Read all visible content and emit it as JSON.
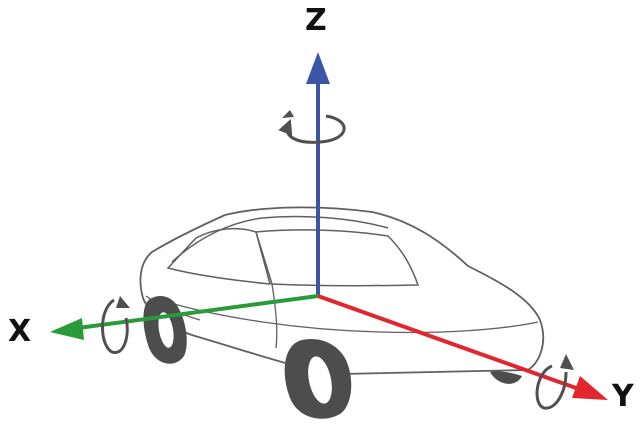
{
  "axes": {
    "z": {
      "label": "Z",
      "color": "#3b56a6"
    },
    "x": {
      "label": "X",
      "color": "#2a9b3a"
    },
    "y": {
      "label": "Y",
      "color": "#e0262e"
    }
  },
  "car": {
    "outline_color": "#606060",
    "tire_color": "#4d4d4d"
  },
  "rotation_arrow_color": "#505050"
}
